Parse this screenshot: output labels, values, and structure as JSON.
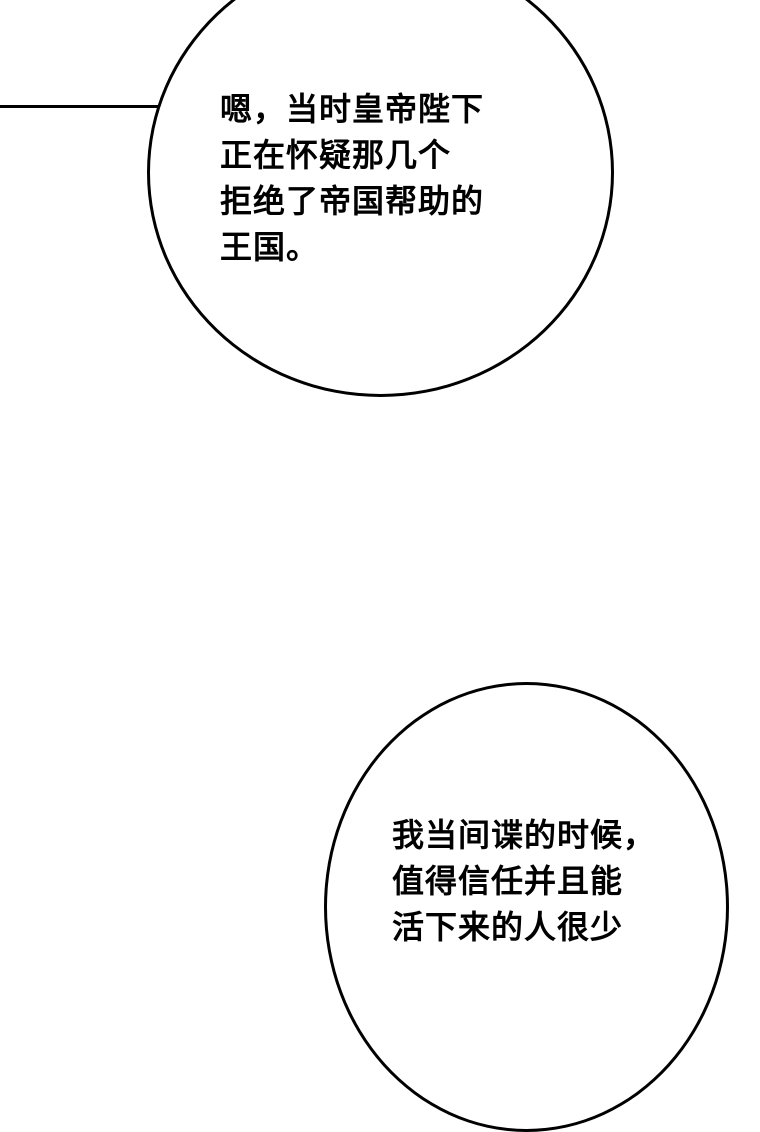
{
  "bubble_top": {
    "lines": [
      "嗯，当时皇帝陛下",
      "正在怀疑那几个",
      "拒绝了帝国帮助的",
      "王国。"
    ]
  },
  "bubble_bottom": {
    "lines": [
      "我当间谍的时候，",
      "值得信任并且能",
      "活下来的人很少"
    ]
  }
}
